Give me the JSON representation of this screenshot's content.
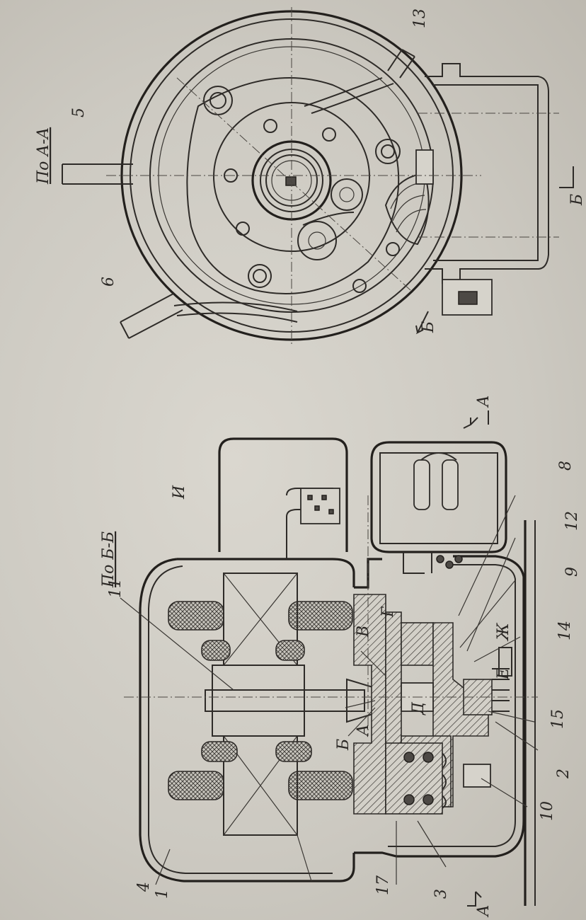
{
  "views": {
    "section_aa_title": "По А-А",
    "section_bb_title": "По Б-Б"
  },
  "section_marks": {
    "a_top": "А",
    "a_bottom": "А",
    "b_left": "Б",
    "b_right": "Б"
  },
  "part_numbers": [
    "1",
    "2",
    "3",
    "4",
    "5",
    "6",
    "8",
    "9",
    "10",
    "11",
    "12",
    "13",
    "14",
    "15",
    "17"
  ],
  "letter_labels": [
    "А",
    "Б",
    "В",
    "Г",
    "Д",
    "Е",
    "Ж",
    "И"
  ]
}
